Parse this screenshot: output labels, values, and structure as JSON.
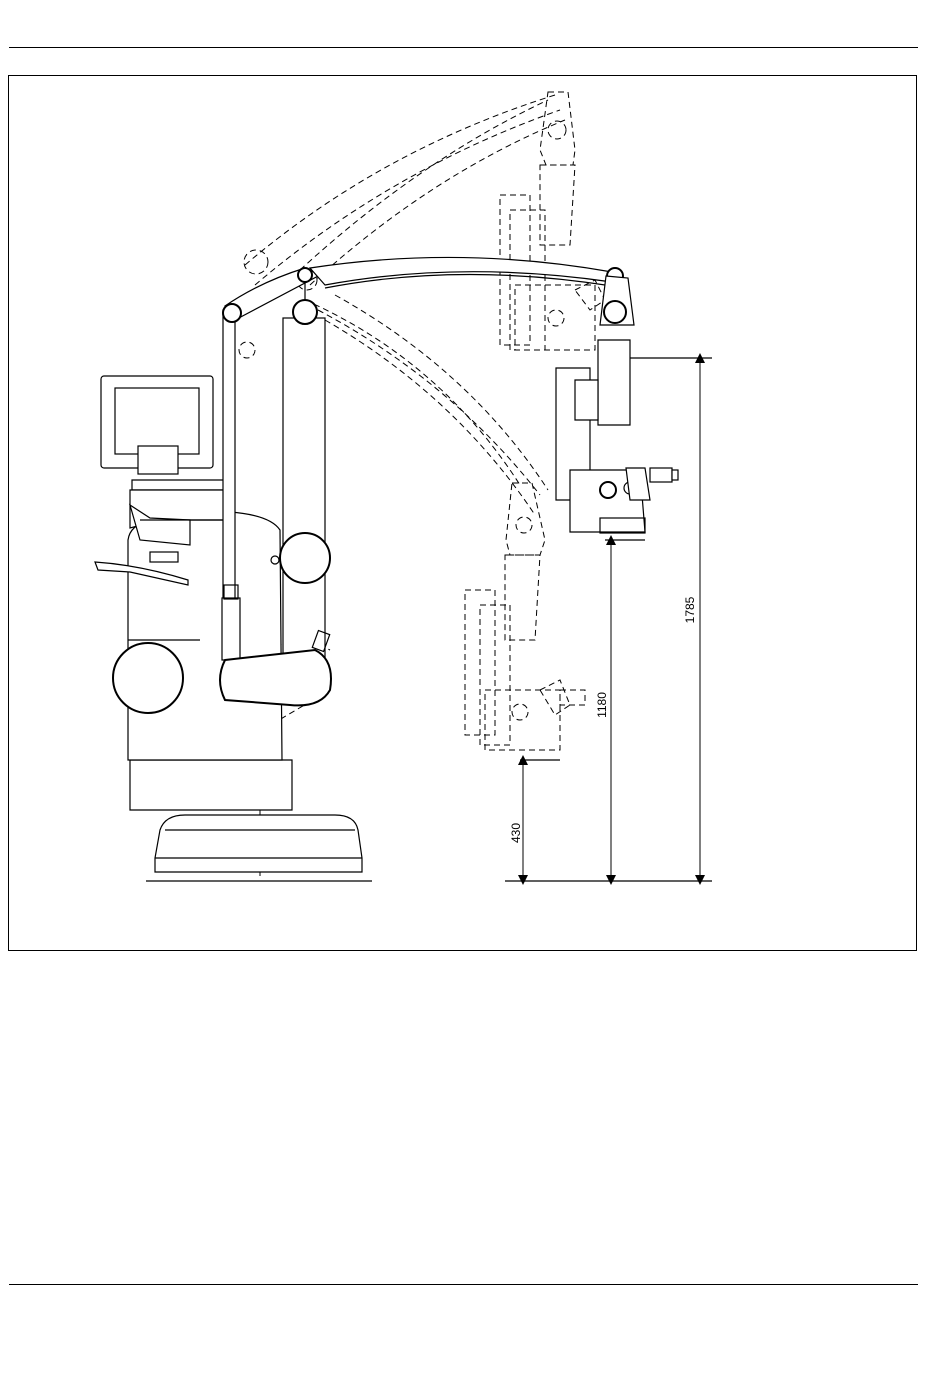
{
  "figure": {
    "dimensions": [
      {
        "value": "430"
      },
      {
        "value": "1180"
      },
      {
        "value": "1785"
      }
    ]
  }
}
